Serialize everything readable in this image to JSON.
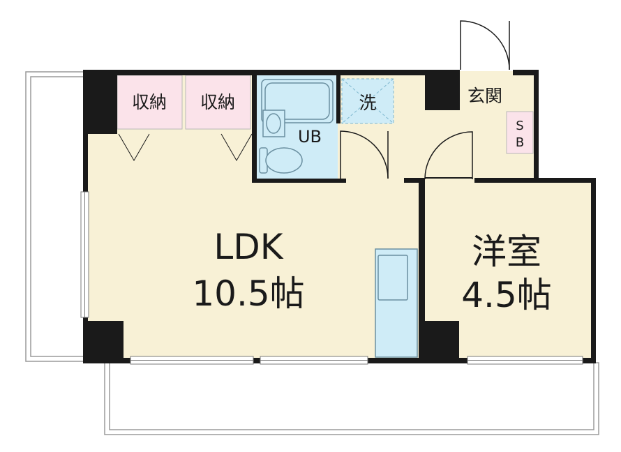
{
  "rooms": {
    "ldk": {
      "name": "LDK",
      "size": "10.5帖"
    },
    "western": {
      "name": "洋室",
      "size": "4.5帖"
    }
  },
  "storage": {
    "left": "収納",
    "right": "収納"
  },
  "bath": {
    "label": "UB"
  },
  "laundry": {
    "label": "洗"
  },
  "entrance": {
    "label": "玄関"
  },
  "shoe_box": {
    "line1": "S",
    "line2": "B"
  },
  "colors": {
    "floor": "#f8f1d6",
    "wall": "#1a1a1a",
    "storage": "#fbe3ea",
    "bath": "#cfecf7",
    "fixture": "#cfecf7",
    "balcony_line": "#9a9a9a"
  }
}
